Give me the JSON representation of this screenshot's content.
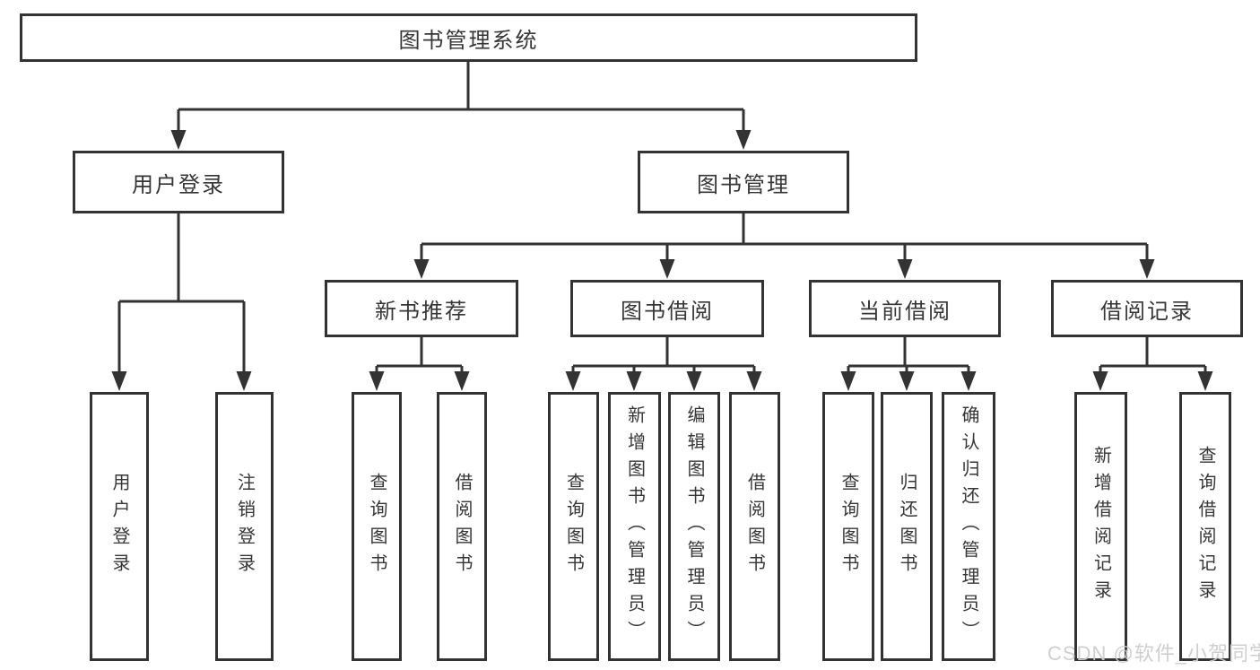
{
  "diagram": {
    "root": {
      "label": "图书管理系统"
    },
    "user_login": {
      "label": "用户登录",
      "children": [
        {
          "label": "用户登录"
        },
        {
          "label": "注销登录"
        }
      ]
    },
    "book_mgmt": {
      "label": "图书管理",
      "sections": [
        {
          "label": "新书推荐",
          "children": [
            {
              "label": "查询图书"
            },
            {
              "label": "借阅图书"
            }
          ]
        },
        {
          "label": "图书借阅",
          "children": [
            {
              "label": "查询图书"
            },
            {
              "label": "新增图书（管理员）"
            },
            {
              "label": "编辑图书（管理员）"
            },
            {
              "label": "借阅图书"
            }
          ]
        },
        {
          "label": "当前借阅",
          "children": [
            {
              "label": "查询图书"
            },
            {
              "label": "归还图书"
            },
            {
              "label": "确认归还（管理员）"
            }
          ]
        },
        {
          "label": "借阅记录",
          "children": [
            {
              "label": "新增借阅记录"
            },
            {
              "label": "查询借阅记录"
            }
          ]
        }
      ]
    },
    "colors": {
      "line": "#333333",
      "text": "#363636",
      "box_background": "#ffffff",
      "watermark": "#cccccc"
    }
  },
  "watermark": {
    "text": "CSDN @软件_小贺同学"
  }
}
